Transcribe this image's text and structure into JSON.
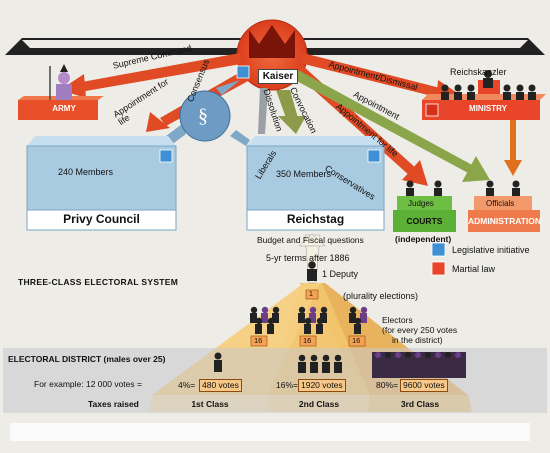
{
  "kaiser": {
    "label": "Kaiser"
  },
  "arrows": {
    "supreme_command": "Supreme Command",
    "appointment_for_life_left": "Appointment for life",
    "consensus": "Consensus",
    "dissolution": "Dissolution",
    "convocation": "Convocation",
    "appointment_dismissal": "Appointment/Dismissal",
    "appointment": "Appointment",
    "appointment_for_life_right": "Appointment for life"
  },
  "institutions": {
    "army": "ARMY",
    "ministry": "MINISTRY",
    "reichskanzler": "Reichskanzler",
    "privy_council": "Privy Council",
    "privy_council_members": "240 Members",
    "reichstag": "Reichstag",
    "reichstag_members": "350 Members",
    "liberals": "Liberals",
    "conservatives": "Conservatives",
    "budget": "Budget and Fiscal questions",
    "courts": "COURTS",
    "judges": "Judges",
    "independent": "(independent)",
    "administration": "ADMINISTRATION",
    "officials": "Officials",
    "paragraph_symbol": "§"
  },
  "legend": {
    "legislative": "Legislative initiative",
    "martial": "Martial law"
  },
  "electoral": {
    "title": "THREE-CLASS ELECTORAL SYSTEM",
    "terms": "5-yr terms after 1886",
    "deputy": "1 Deputy",
    "deputy_count": "1",
    "plurality": "(plurality elections)",
    "electors_line1": "Electors",
    "electors_line2": "(for every 250 votes",
    "electors_line3": "in the district)",
    "district": "ELECTORAL DISTRICT (males over 25)",
    "example": "For example: 12 000  votes  =",
    "taxes": "Taxes raised",
    "class1": {
      "pct": "4%=",
      "votes": "480 votes",
      "electors": "16",
      "label": "1st Class"
    },
    "class2": {
      "pct": "16%=",
      "votes": "1920 votes",
      "electors": "16",
      "label": "2nd Class"
    },
    "class3": {
      "pct": "80%=",
      "votes": "9600 votes",
      "electors": "16",
      "label": "3rd Class"
    }
  },
  "colors": {
    "kaiser_red": "#e0401e",
    "army_red": "#e8502a",
    "council_blue": "#a9cbe2",
    "courts_green": "#5bb035",
    "admin_orange": "#ef7b4c",
    "beam_yellow": "#f2c062",
    "legislative_blue": "#3e8fd3",
    "martial_red": "#e8452a"
  }
}
